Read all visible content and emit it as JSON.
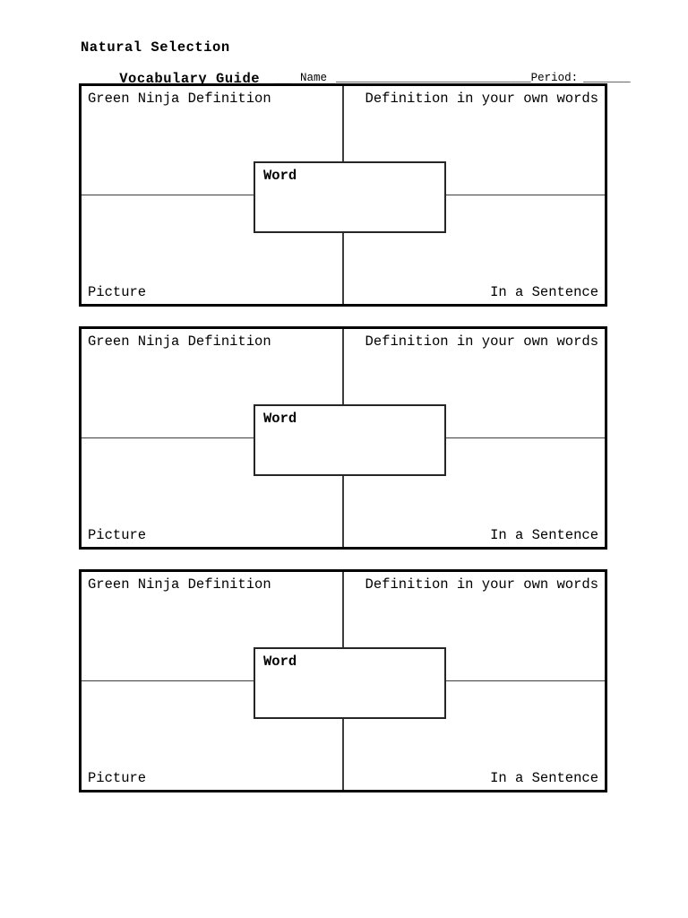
{
  "header": {
    "title": "Natural Selection",
    "subtitle": "Vocabulary Guide",
    "subtitle_blank": "__",
    "name_label": "Name",
    "name_blank": "_____________________________",
    "period_label": "Period:",
    "period_blank": "_______"
  },
  "cards": [
    {
      "green_ninja_definition_label": "Green Ninja Definition",
      "own_words_label": "Definition in your own words",
      "word_label": "Word",
      "picture_label": "Picture",
      "sentence_label": "In a Sentence"
    },
    {
      "green_ninja_definition_label": "Green Ninja Definition",
      "own_words_label": "Definition in your own words",
      "word_label": "Word",
      "picture_label": "Picture",
      "sentence_label": "In a Sentence"
    },
    {
      "green_ninja_definition_label": "Green Ninja Definition",
      "own_words_label": "Definition in your own words",
      "word_label": "Word",
      "picture_label": "Picture",
      "sentence_label": "In a Sentence"
    }
  ],
  "colors": {
    "background": "#ffffff",
    "text": "#000000",
    "outer_border": "#000000",
    "divider": "#3d3d3d",
    "word_box_border": "#262626"
  }
}
